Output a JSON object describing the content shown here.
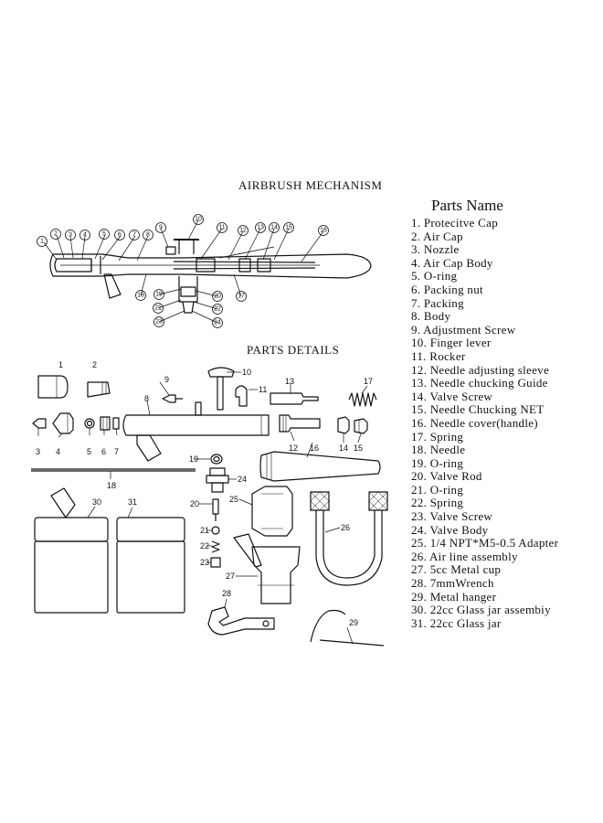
{
  "titles": {
    "mechanism": "AIRBRUSH MECHANISM",
    "details": "PARTS DETAILS",
    "parts_name": "Parts Name"
  },
  "parts": [
    "1. Protecitve Cap",
    "2. Air Cap",
    "3. Nozzle",
    "4. Air Cap Body",
    "5. O-ring",
    "6. Packing nut",
    "7. Packing",
    "8. Body",
    "9. Adjustment Screw",
    "10. Finger lever",
    "11. Rocker",
    "12. Needle adjusting sleeve",
    "13. Needle chucking Guide",
    "14. Valve Screw",
    "15. Needle Chucking NET",
    "16. Needle cover(handle)",
    "17. Spring",
    "18. Needle",
    "19. O-ring",
    "20. Valve Rod",
    "21. O-ring",
    "22. Spring",
    "23. Valve Screw",
    "24. Valve Body",
    "25. 1/4 NPT*M5-0.5 Adapter",
    "26. Air line assembly",
    "27. 5cc Metal cup",
    "28. 7mmWrench",
    "29. Metal hanger",
    "30. 22cc Glass jar assembiy",
    "31. 22cc Glass jar"
  ],
  "mechanism_callouts": [
    "1",
    "2",
    "3",
    "4",
    "5",
    "6",
    "7",
    "8",
    "9",
    "10",
    "11",
    "12",
    "13",
    "14",
    "15",
    "16",
    "17",
    "18",
    "19",
    "20",
    "21",
    "22",
    "23",
    "24"
  ],
  "detail_numbers": [
    "1",
    "2",
    "3",
    "4",
    "5",
    "6",
    "7",
    "8",
    "9",
    "10",
    "11",
    "12",
    "13",
    "14",
    "15",
    "16",
    "17",
    "18",
    "19",
    "20",
    "21",
    "22",
    "23",
    "24",
    "25",
    "26",
    "27",
    "28",
    "29",
    "30",
    "31"
  ]
}
